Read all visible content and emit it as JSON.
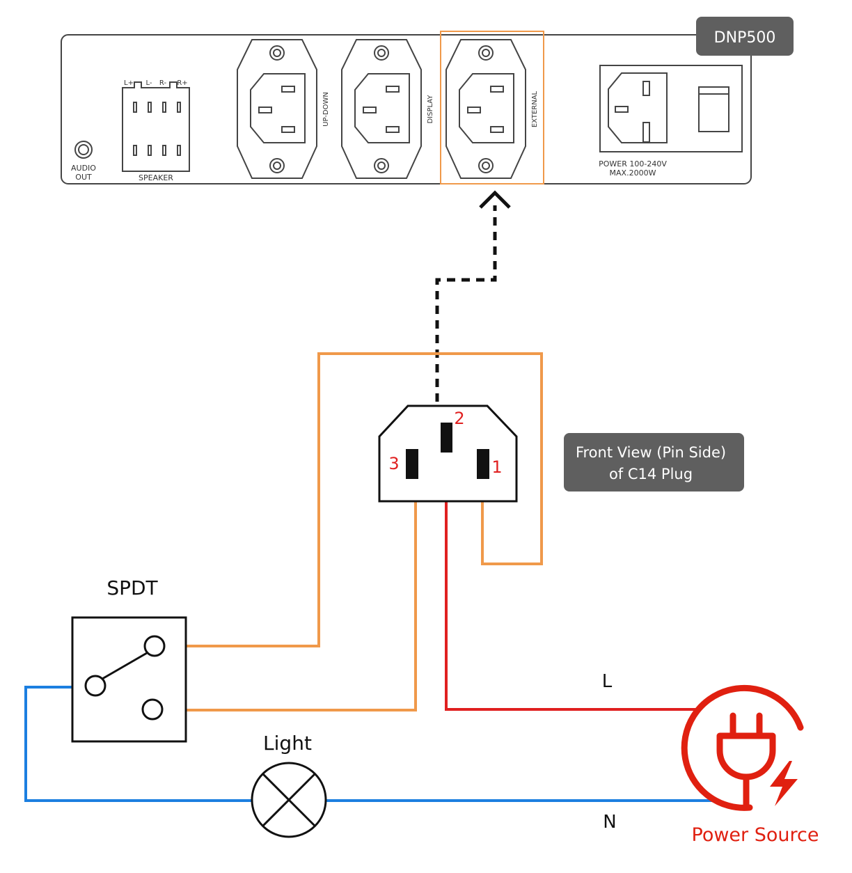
{
  "device": {
    "model": "DNP500",
    "audio_label": [
      "AUDIO",
      "OUT"
    ],
    "speaker_label": "SPEAKER",
    "speaker_pins": [
      "L+",
      "L-",
      "R-",
      "R+"
    ],
    "outlets": [
      "UP-DOWN",
      "DISPLAY",
      "EXTERNAL"
    ],
    "power_label": [
      "POWER 100-240V",
      "MAX.2000W"
    ]
  },
  "plug": {
    "caption": [
      "Front View (Pin Side)",
      "of C14 Plug"
    ],
    "pins": [
      "3",
      "2",
      "1"
    ]
  },
  "switch": {
    "label": "SPDT"
  },
  "lamp": {
    "label": "Light"
  },
  "wires": {
    "live": "L",
    "neutral": "N"
  },
  "source": {
    "label": "Power Source"
  },
  "colors": {
    "orange": "#f0994a",
    "live": "#e02020",
    "neutral": "#1c7fe0",
    "tag_bg": "#5f5f5f",
    "highlight": "#f0994a",
    "source": "#e02010"
  },
  "icons": [
    "iec-socket-icon",
    "iec-inlet-icon",
    "power-plug-icon",
    "lightning-icon",
    "lamp-symbol-icon",
    "audio-jack-icon"
  ]
}
